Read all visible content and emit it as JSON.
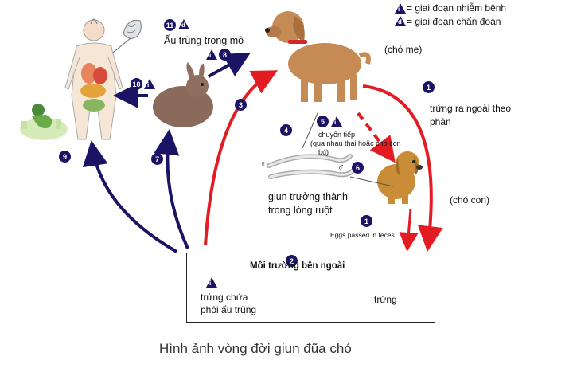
{
  "legend": {
    "infective": "= giai đoạn nhiễm bệnh",
    "diagnostic": "= giai đoạn chẩn đoán",
    "infective_symbol": "i",
    "diagnostic_symbol": "d"
  },
  "labels": {
    "larvae_in_tissue": "Ấu trùng trong mô",
    "mother_dog": "(chó me)",
    "eggs_out_feces": [
      "trứng ra ngoài theo",
      "phân"
    ],
    "transmission": [
      "chuyển tiếp",
      "(qua nhau thai hoặc cho con",
      "bú)"
    ],
    "adult_worms": [
      "giun trưởng thành",
      "trong lòng ruột"
    ],
    "puppy": "(chó con)",
    "eggs_passed": "Eggs passed in feces",
    "environment": "Môi trường bên ngoài",
    "egg": "trứng",
    "embryonated_egg": [
      "trứng chứa",
      "phôi ấu trùng"
    ],
    "female_symbol": "♀",
    "male_symbol": "♂"
  },
  "steps": {
    "s1a": "1",
    "s1b": "1",
    "s2": "2",
    "s3": "3",
    "s4": "4",
    "s5": "5",
    "s6": "6",
    "s7": "7",
    "s8": "8",
    "s9": "9",
    "s10": "10",
    "s11": "11"
  },
  "caption": "Hình ảnh vòng đời giun đũa chó",
  "colors": {
    "red_arrow": "#e31b23",
    "blue_arrow": "#1b1464",
    "badge": "#1b1464"
  }
}
